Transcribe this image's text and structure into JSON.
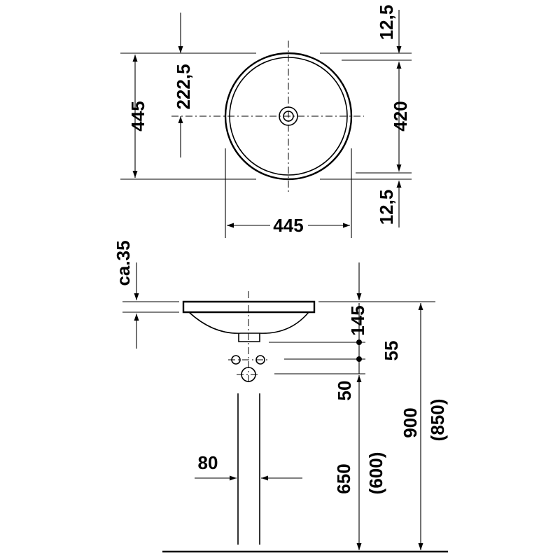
{
  "top_view": {
    "overall_width": "445",
    "overall_height": "445",
    "drain_offset": "222,5",
    "inner_height": "420",
    "rim_top": "12,5",
    "rim_bottom": "12,5"
  },
  "side_view": {
    "rim_height": "ca.35",
    "drain_depth": "145",
    "drain_to_outlet": "55",
    "outlet_to_trap": "50",
    "waste_height": "650",
    "waste_height_alt": "(600)",
    "mount_height": "900",
    "mount_height_alt": "(850)",
    "pipe_width": "80"
  }
}
